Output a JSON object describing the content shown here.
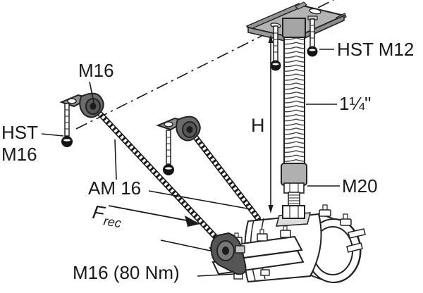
{
  "diagram": {
    "type": "technical-installation-diagram",
    "subject": "ceiling-mounted pipe support with bracing threaded rods and pipe clamp",
    "labels": {
      "hst_m12": "HST M12",
      "pipe_size": "1¼\"",
      "height_dim": "H",
      "m20": "M20",
      "m16_bracket": "M16",
      "hst_m16_line1": "HST",
      "hst_m16_line2": "M16",
      "am16": "AM 16",
      "frec_symbol": "F",
      "frec_subscript": "rec",
      "m16_torque": "M16 (80 Nm)"
    },
    "colors": {
      "ink": "#1a1a1a",
      "metal_light": "#b3b3b3",
      "metal_mid": "#9e9e9e",
      "metal_dark": "#666666",
      "hinge_dark": "#555555",
      "background": "#ffffff"
    }
  }
}
